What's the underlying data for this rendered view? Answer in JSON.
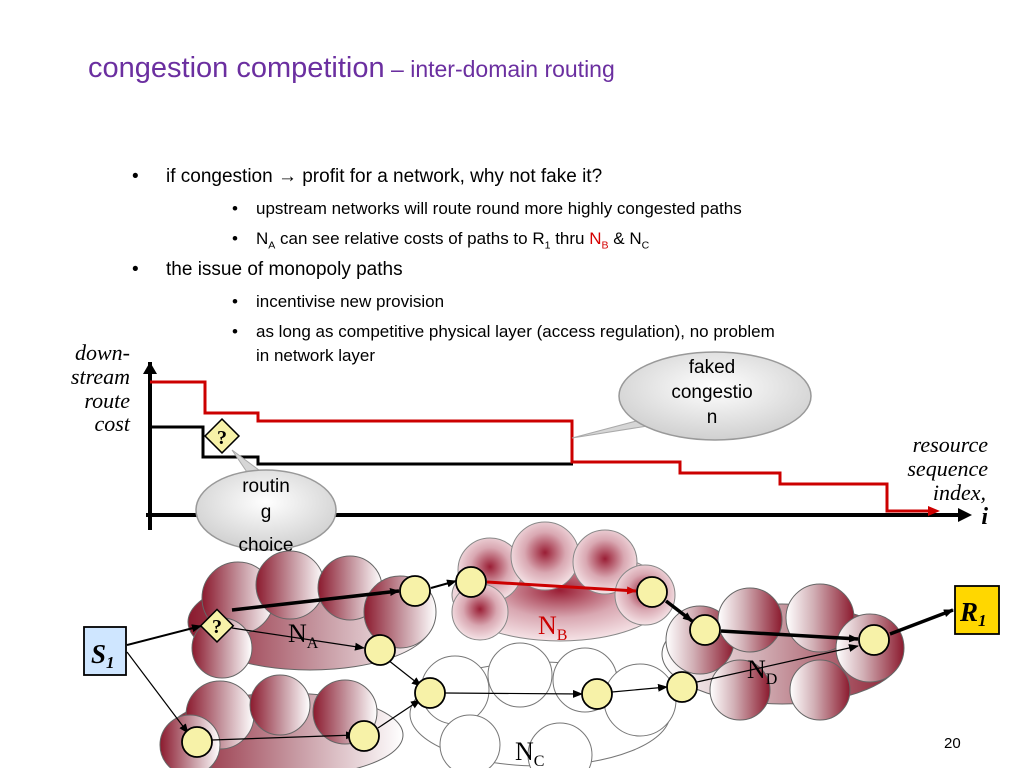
{
  "title": {
    "main": "congestion competition",
    "sub": " – inter-domain routing"
  },
  "bullets": {
    "b1": "if congestion → profit for a network, why not fake it?",
    "b1a": "upstream networks will route round more highly congested paths",
    "b1b": {
      "n": "N",
      "a": "A",
      "t1": " can see relative costs of paths to R",
      "one": "1",
      "t2": " thru ",
      "nb_n": "N",
      "nb_b": "B",
      "amp": " & N",
      "c": "C"
    },
    "b2": "the issue of monopoly paths",
    "b2a": "incentivise new provision",
    "b2b_line1": "as long as competitive physical layer (access regulation), no problem",
    "b2b_line2": "in network layer",
    "dot": "•"
  },
  "graph": {
    "ylabel": [
      "down-",
      "stream",
      "route",
      "cost"
    ],
    "xlabel": [
      "resource",
      "sequence",
      "index,"
    ],
    "xvar": "i",
    "choice_mark": "?"
  },
  "callouts": {
    "faked": [
      "faked",
      "congestio",
      "n"
    ],
    "routing": [
      "routin",
      "g",
      "choice"
    ]
  },
  "network": {
    "s1": {
      "main": "S",
      "sub": "1"
    },
    "r1": {
      "main": "R",
      "sub": "1"
    },
    "na": {
      "main": "N",
      "sub": "A"
    },
    "nb": {
      "main": "N",
      "sub": "B"
    },
    "nc": {
      "main": "N",
      "sub": "C"
    },
    "nd": {
      "main": "N",
      "sub": "D"
    },
    "choice_mark": "?"
  },
  "page_number": "20",
  "colors": {
    "title": "#6b2fa0",
    "red_path": "#cc0000",
    "node_fill": "#f7f2a8",
    "endpoint_s": "#cfe6ff",
    "endpoint_r": "#ffd700",
    "cloud_dark": "#8b1a2e"
  }
}
